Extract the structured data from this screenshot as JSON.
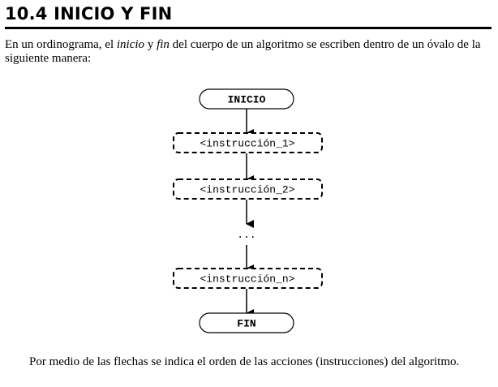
{
  "section": {
    "title": "10.4 INICIO Y FIN"
  },
  "intro": {
    "part1": "En un ordinograma, el ",
    "term_inicio": "inicio",
    "part2": " y ",
    "term_fin": "fin",
    "part3": " del cuerpo de un algoritmo se escriben dentro de un óvalo de la siguiente manera:"
  },
  "flowchart": {
    "start_label": "INICIO",
    "instruction_1": "<instrucción_1>",
    "instruction_2": "<instrucción_2>",
    "ellipsis": "...",
    "instruction_n": "<instrucción_n>",
    "end_label": "FIN"
  },
  "outro": {
    "text": "Por medio de las flechas se indica el orden de las acciones (instrucciones) del algoritmo."
  }
}
